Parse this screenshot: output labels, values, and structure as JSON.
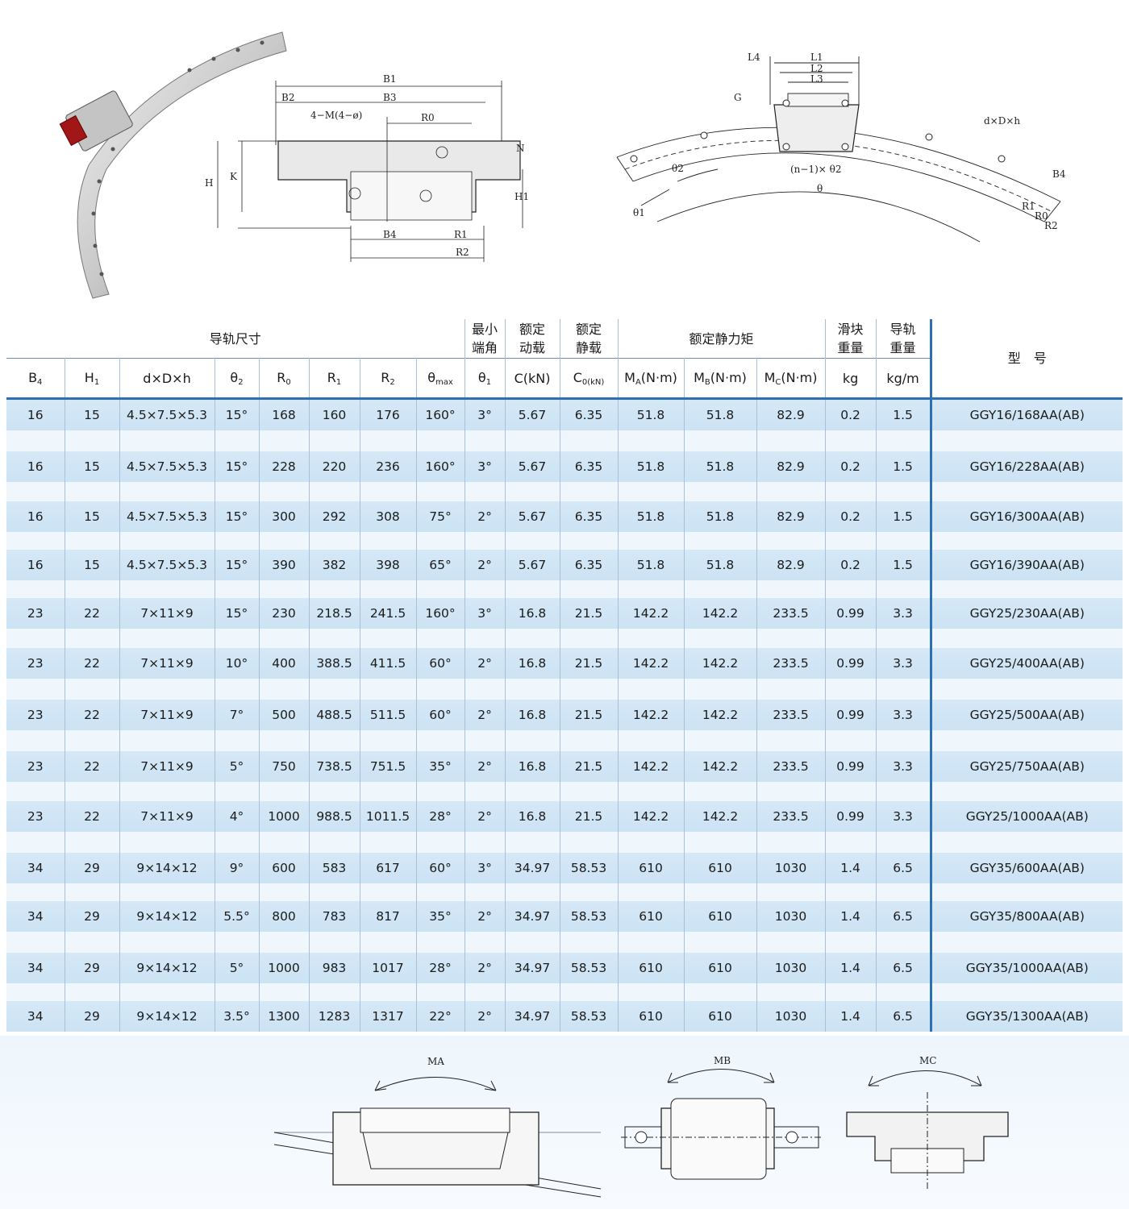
{
  "drawing_labels": {
    "front": [
      "B1",
      "B2",
      "B3",
      "4−M(4−ø)",
      "R0",
      "N",
      "H",
      "K",
      "H1",
      "B4",
      "R1",
      "R2"
    ],
    "top": [
      "L4",
      "L1",
      "L2",
      "L3",
      "G",
      "d×D×h",
      "θ2",
      "(n−1)× θ2",
      "θ",
      "θ1",
      "B4",
      "R1",
      "R0",
      "R2"
    ],
    "moments": [
      "MA",
      "MB",
      "MC"
    ]
  },
  "table": {
    "group_headers": {
      "rail_dims": "导轨尺寸",
      "min_end_angle_1": "最小",
      "min_end_angle_2": "端角",
      "dyn_load_1": "额定",
      "dyn_load_2": "动载",
      "static_load_1": "额定",
      "static_load_2": "静载",
      "static_moment": "额定静力矩",
      "block_weight_1": "滑块",
      "block_weight_2": "重量",
      "rail_weight_1": "导轨",
      "rail_weight_2": "重量",
      "model": "型　号"
    },
    "columns": [
      "B",
      "H",
      "d×D×h",
      "θ",
      "R",
      "R",
      "R",
      "θ",
      "θ",
      "C(kN)",
      "C",
      "M",
      "M",
      "M",
      "kg",
      "kg/m"
    ],
    "column_subs": [
      "4",
      "1",
      "",
      "2",
      "0",
      "1",
      "2",
      "max",
      "1",
      "",
      "0(kN)",
      "A",
      "B",
      "C",
      "",
      ""
    ],
    "column_suffix": [
      "",
      "",
      "",
      "",
      "",
      "",
      "",
      "",
      "",
      "",
      "",
      "(N·m)",
      "(N·m)",
      "(N·m)",
      "",
      ""
    ],
    "rows": [
      [
        "16",
        "15",
        "4.5×7.5×5.3",
        "15°",
        "168",
        "160",
        "176",
        "160°",
        "3°",
        "5.67",
        "6.35",
        "51.8",
        "51.8",
        "82.9",
        "0.2",
        "1.5",
        "GGY16/168AA(AB)"
      ],
      [
        "16",
        "15",
        "4.5×7.5×5.3",
        "15°",
        "228",
        "220",
        "236",
        "160°",
        "3°",
        "5.67",
        "6.35",
        "51.8",
        "51.8",
        "82.9",
        "0.2",
        "1.5",
        "GGY16/228AA(AB)"
      ],
      [
        "16",
        "15",
        "4.5×7.5×5.3",
        "15°",
        "300",
        "292",
        "308",
        "75°",
        "2°",
        "5.67",
        "6.35",
        "51.8",
        "51.8",
        "82.9",
        "0.2",
        "1.5",
        "GGY16/300AA(AB)"
      ],
      [
        "16",
        "15",
        "4.5×7.5×5.3",
        "15°",
        "390",
        "382",
        "398",
        "65°",
        "2°",
        "5.67",
        "6.35",
        "51.8",
        "51.8",
        "82.9",
        "0.2",
        "1.5",
        "GGY16/390AA(AB)"
      ],
      [
        "23",
        "22",
        "7×11×9",
        "15°",
        "230",
        "218.5",
        "241.5",
        "160°",
        "3°",
        "16.8",
        "21.5",
        "142.2",
        "142.2",
        "233.5",
        "0.99",
        "3.3",
        "GGY25/230AA(AB)"
      ],
      [
        "23",
        "22",
        "7×11×9",
        "10°",
        "400",
        "388.5",
        "411.5",
        "60°",
        "2°",
        "16.8",
        "21.5",
        "142.2",
        "142.2",
        "233.5",
        "0.99",
        "3.3",
        "GGY25/400AA(AB)"
      ],
      [
        "23",
        "22",
        "7×11×9",
        "7°",
        "500",
        "488.5",
        "511.5",
        "60°",
        "2°",
        "16.8",
        "21.5",
        "142.2",
        "142.2",
        "233.5",
        "0.99",
        "3.3",
        "GGY25/500AA(AB)"
      ],
      [
        "23",
        "22",
        "7×11×9",
        "5°",
        "750",
        "738.5",
        "751.5",
        "35°",
        "2°",
        "16.8",
        "21.5",
        "142.2",
        "142.2",
        "233.5",
        "0.99",
        "3.3",
        "GGY25/750AA(AB)"
      ],
      [
        "23",
        "22",
        "7×11×9",
        "4°",
        "1000",
        "988.5",
        "1011.5",
        "28°",
        "2°",
        "16.8",
        "21.5",
        "142.2",
        "142.2",
        "233.5",
        "0.99",
        "3.3",
        "GGY25/1000AA(AB)"
      ],
      [
        "34",
        "29",
        "9×14×12",
        "9°",
        "600",
        "583",
        "617",
        "60°",
        "3°",
        "34.97",
        "58.53",
        "610",
        "610",
        "1030",
        "1.4",
        "6.5",
        "GGY35/600AA(AB)"
      ],
      [
        "34",
        "29",
        "9×14×12",
        "5.5°",
        "800",
        "783",
        "817",
        "35°",
        "2°",
        "34.97",
        "58.53",
        "610",
        "610",
        "1030",
        "1.4",
        "6.5",
        "GGY35/800AA(AB)"
      ],
      [
        "34",
        "29",
        "9×14×12",
        "5°",
        "1000",
        "983",
        "1017",
        "28°",
        "2°",
        "34.97",
        "58.53",
        "610",
        "610",
        "1030",
        "1.4",
        "6.5",
        "GGY35/1000AA(AB)"
      ],
      [
        "34",
        "29",
        "9×14×12",
        "3.5°",
        "1300",
        "1283",
        "1317",
        "22°",
        "2°",
        "34.97",
        "58.53",
        "610",
        "610",
        "1030",
        "1.4",
        "6.5",
        "GGY35/1300AA(AB)"
      ]
    ]
  }
}
